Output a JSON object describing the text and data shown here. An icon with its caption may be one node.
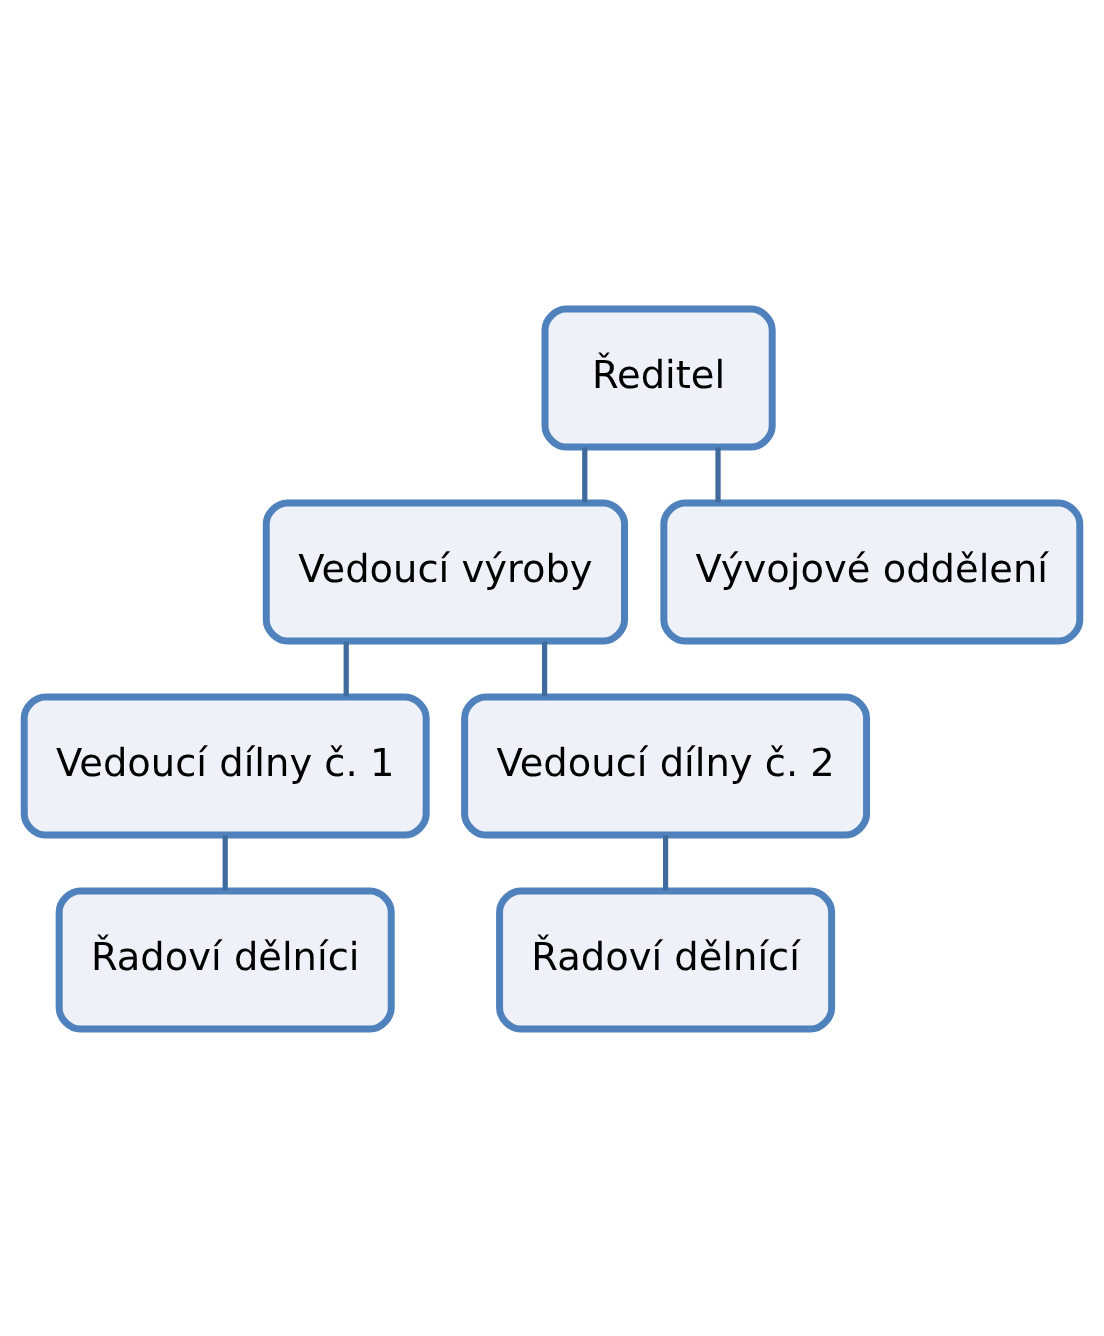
{
  "diagram": {
    "nodes": [
      {
        "text": [
          "Ředitel"
        ]
      },
      {
        "text": [
          "Vedoucí výroby"
        ]
      },
      {
        "text": [
          "Vývojové oddělení"
        ]
      },
      {
        "text": [
          "Vedoucí dílny č. 1"
        ]
      },
      {
        "text": [
          "Vedoucí dílny č. 2"
        ]
      },
      {
        "text": [
          "Řadoví dělníci"
        ]
      },
      {
        "text": [
          "Řadoví dělnící"
        ]
      }
    ],
    "edges": [
      {
        "from": 0,
        "to": 1,
        "arrow": "none"
      },
      {
        "from": 0,
        "to": 2,
        "arrow": "none"
      },
      {
        "from": 1,
        "to": 3,
        "arrow": "none"
      },
      {
        "from": 1,
        "to": 4,
        "arrow": "none"
      },
      {
        "from": 3,
        "to": 5,
        "arrow": "none"
      },
      {
        "from": 4,
        "to": 6,
        "arrow": "none"
      }
    ]
  }
}
